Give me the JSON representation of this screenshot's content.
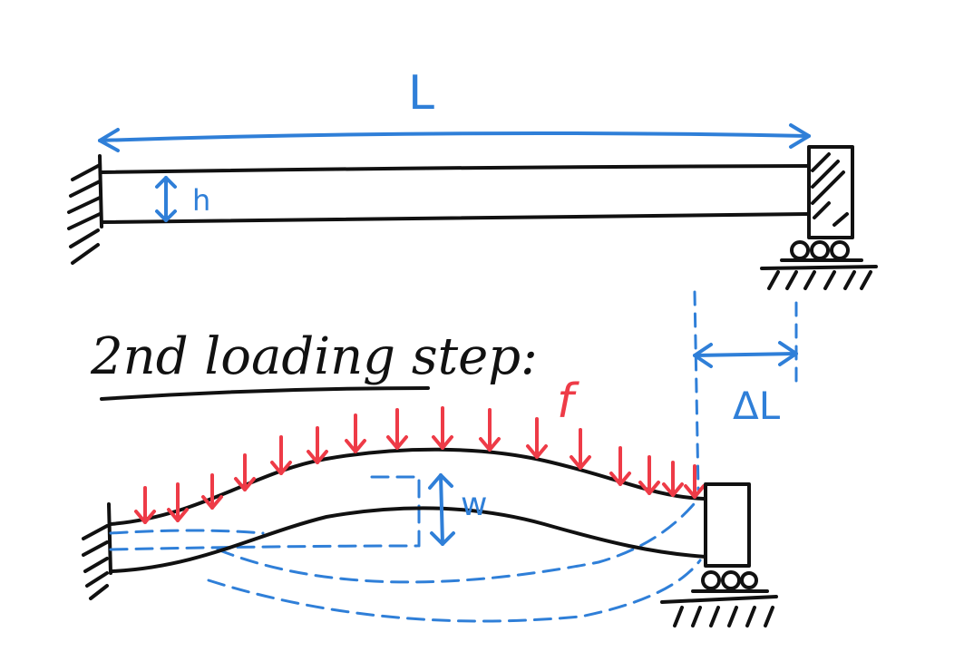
{
  "labels": {
    "length": "L",
    "height": "h",
    "step_title": "2nd loading step:",
    "load": "f",
    "deflection": "w",
    "elongation": "ΔL"
  },
  "colors": {
    "beam": "#111111",
    "dimension": "#2f7fd8",
    "load": "#ee3b47",
    "background": "#ffffff"
  },
  "counts": {
    "load_arrows": 16
  }
}
